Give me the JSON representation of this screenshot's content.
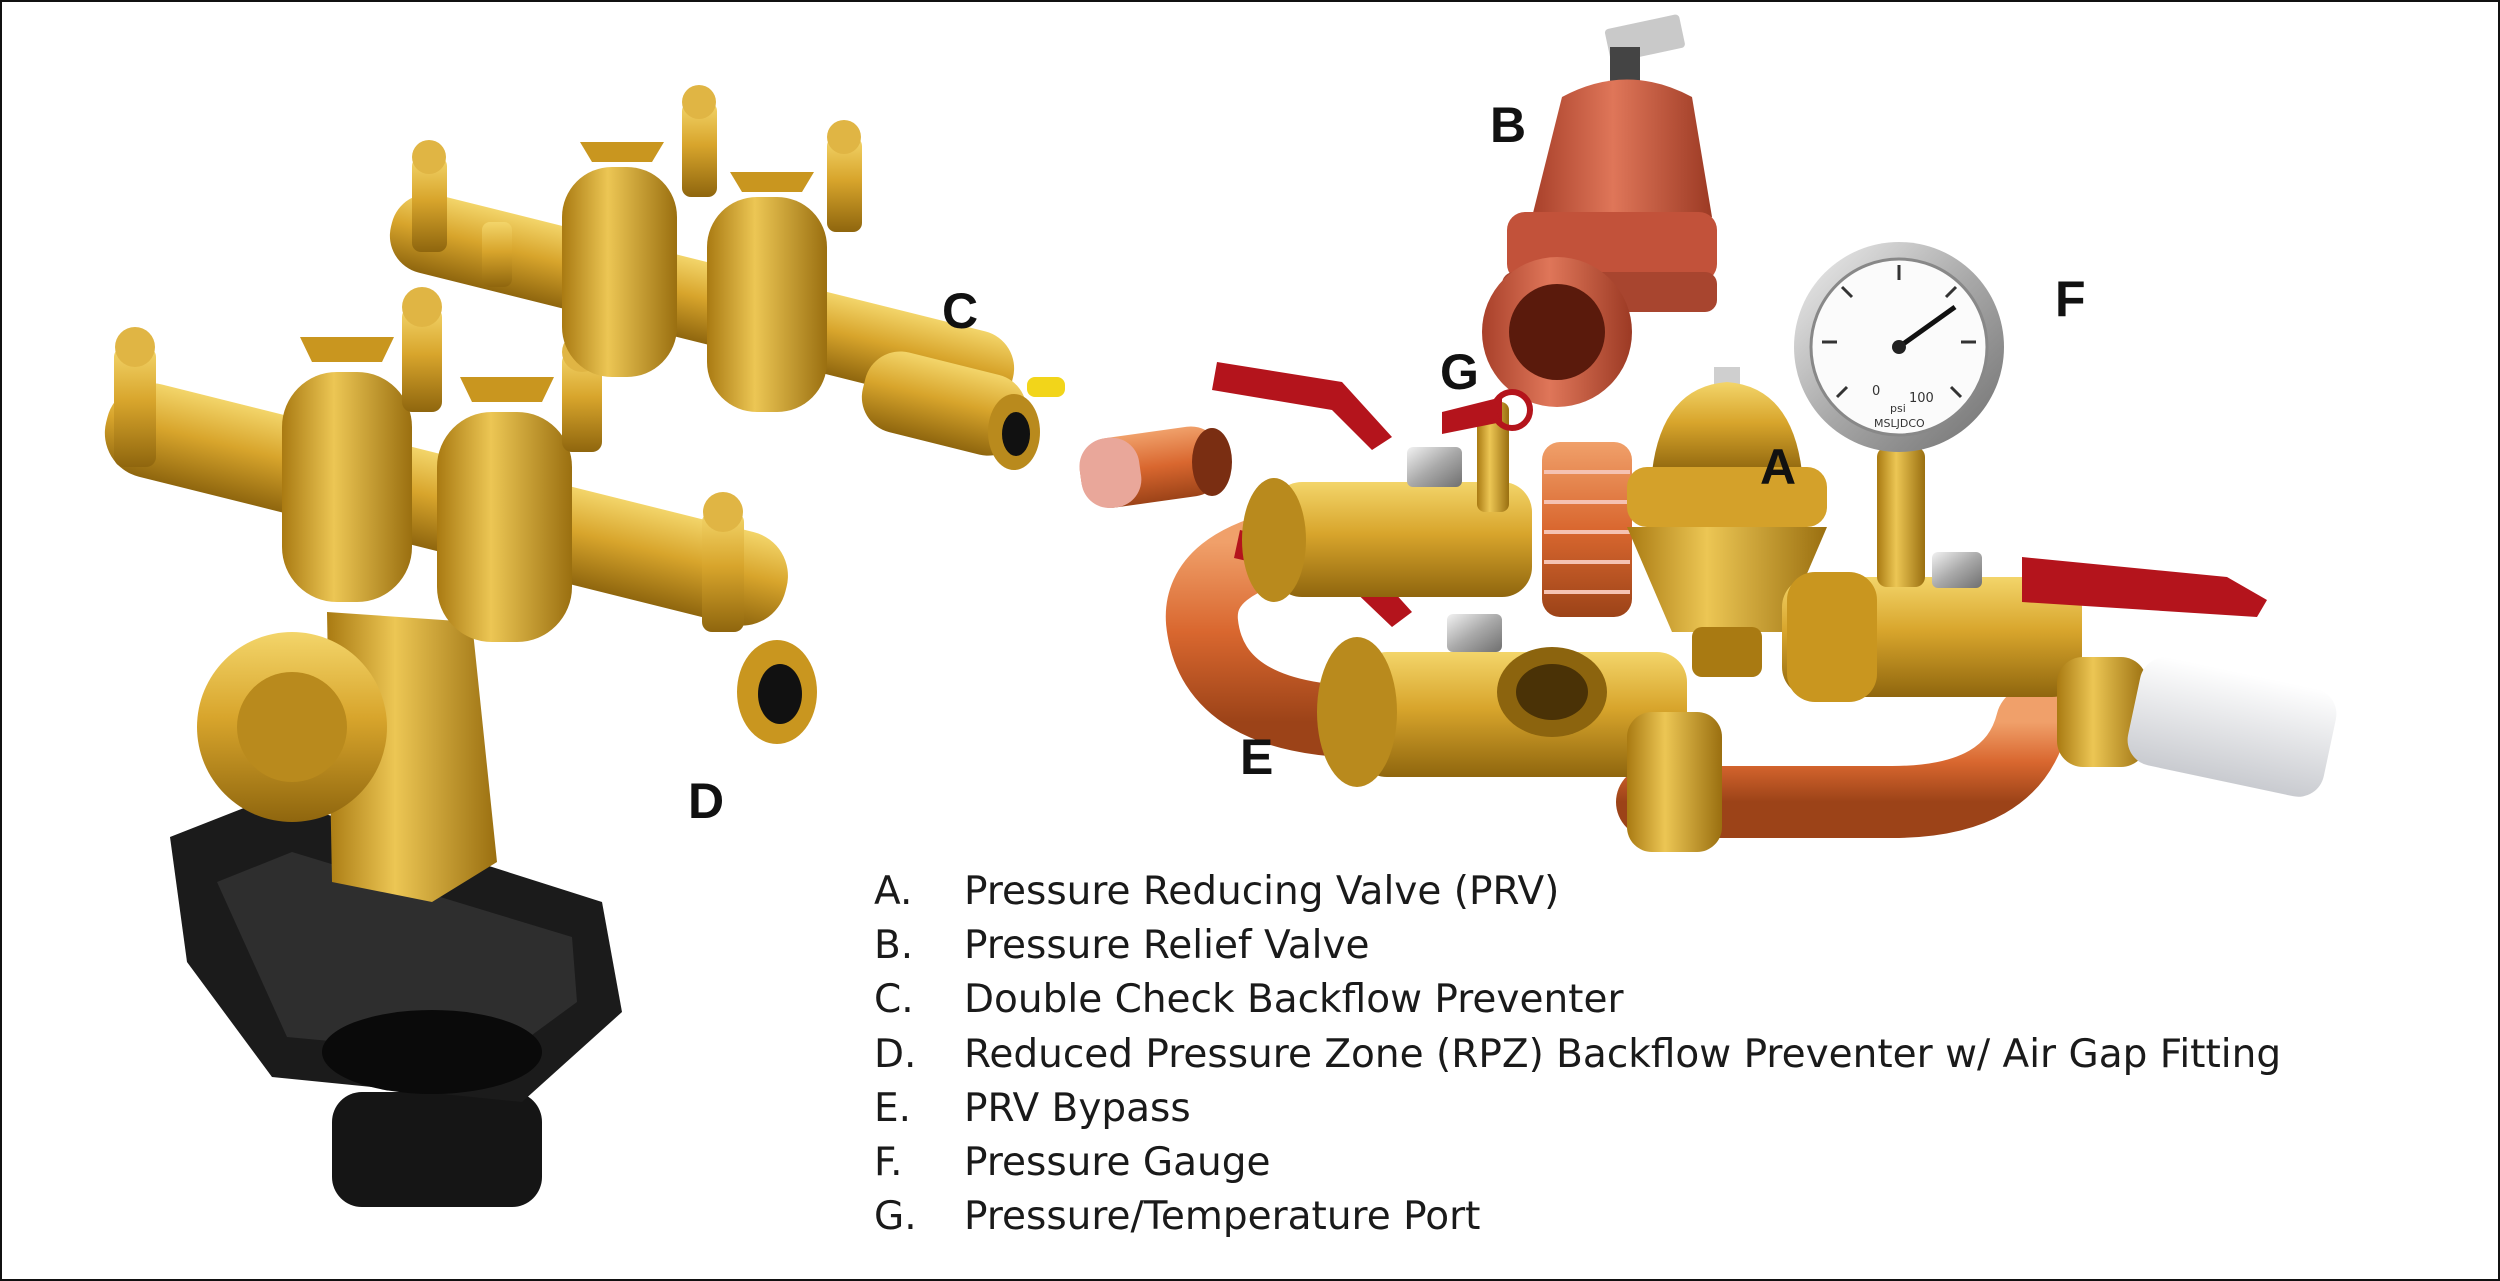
{
  "callouts": {
    "a": "A",
    "b": "B",
    "c": "C",
    "d": "D",
    "e": "E",
    "f": "F",
    "g": "G"
  },
  "gauge": {
    "tick_0": "0",
    "tick_100": "100",
    "unit": "psi",
    "brand": "MSLJDCO"
  },
  "legend": [
    {
      "letter": "A.",
      "text": "Pressure Reducing Valve (PRV)"
    },
    {
      "letter": "B.",
      "text": "Pressure Relief Valve"
    },
    {
      "letter": "C.",
      "text": "Double Check Backflow Preventer"
    },
    {
      "letter": "D.",
      "text": "Reduced Pressure Zone (RPZ) Backflow Preventer w/ Air Gap Fitting"
    },
    {
      "letter": "E.",
      "text": "PRV Bypass"
    },
    {
      "letter": "F.",
      "text": "Pressure Gauge"
    },
    {
      "letter": "G.",
      "text": "Pressure/Temperature Port"
    }
  ],
  "colors": {
    "brass": "#d4a12a",
    "brass_dark": "#9a7010",
    "copper": "#d9672f",
    "relief_valve": "#c9563a",
    "handle_red": "#b4141c",
    "drain_funnel": "#1c1c1c",
    "nipple_white": "#e8e8ea"
  }
}
